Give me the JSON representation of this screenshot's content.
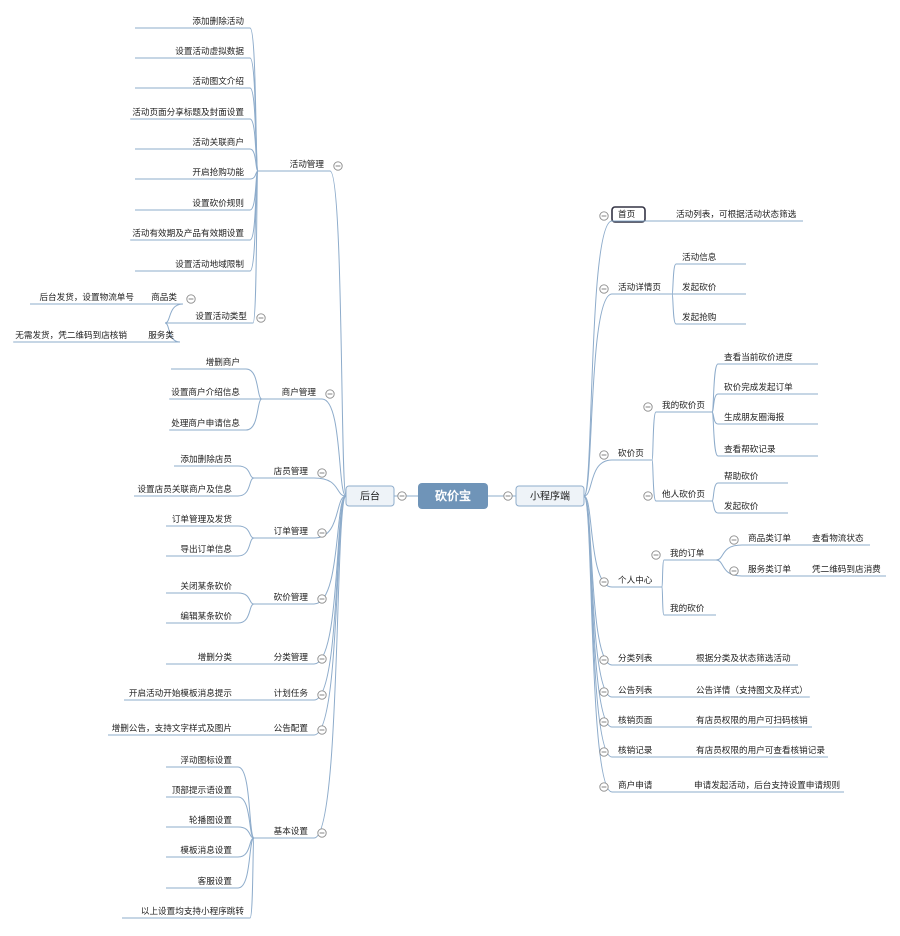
{
  "root": "砍价宝",
  "left_title": "后台",
  "right_title": "小程序端",
  "left": [
    {
      "label": "活动管理",
      "children": [
        {
          "label": "添加删除活动"
        },
        {
          "label": "设置活动虚拟数据"
        },
        {
          "label": "活动图文介绍"
        },
        {
          "label": "活动页面分享标题及封面设置"
        },
        {
          "label": "活动关联商户"
        },
        {
          "label": "开启抢购功能"
        },
        {
          "label": "设置砍价规则"
        },
        {
          "label": "活动有效期及产品有效期设置"
        },
        {
          "label": "设置活动地域限制"
        },
        {
          "label": "设置活动类型",
          "children": [
            {
              "label": "商品类",
              "children": [
                {
                  "label": "后台发货，设置物流单号"
                }
              ]
            },
            {
              "label": "服务类",
              "children": [
                {
                  "label": "无需发货，凭二维码到店核销"
                }
              ]
            }
          ]
        }
      ]
    },
    {
      "label": "商户管理",
      "children": [
        {
          "label": "增删商户"
        },
        {
          "label": "设置商户介绍信息"
        },
        {
          "label": "处理商户申请信息"
        }
      ]
    },
    {
      "label": "店员管理",
      "children": [
        {
          "label": "添加删除店员"
        },
        {
          "label": "设置店员关联商户及信息"
        }
      ]
    },
    {
      "label": "订单管理",
      "children": [
        {
          "label": "订单管理及发货"
        },
        {
          "label": "导出订单信息"
        }
      ]
    },
    {
      "label": "砍价管理",
      "children": [
        {
          "label": "关闭某条砍价"
        },
        {
          "label": "编辑某条砍价"
        }
      ]
    },
    {
      "label": "分类管理",
      "children": [
        {
          "label": "增删分类"
        }
      ]
    },
    {
      "label": "计划任务",
      "children": [
        {
          "label": "开启活动开始模板消息提示"
        }
      ]
    },
    {
      "label": "公告配置",
      "children": [
        {
          "label": "增删公告，支持文字样式及图片"
        }
      ]
    },
    {
      "label": "基本设置",
      "children": [
        {
          "label": "浮动图标设置"
        },
        {
          "label": "顶部提示语设置"
        },
        {
          "label": "轮播图设置"
        },
        {
          "label": "模板消息设置"
        },
        {
          "label": "客服设置"
        },
        {
          "label": "以上设置均支持小程序跳转"
        }
      ]
    }
  ],
  "right": [
    {
      "label": "首页",
      "children": [
        {
          "label": "活动列表，可根据活动状态筛选"
        }
      ]
    },
    {
      "label": "活动详情页",
      "children": [
        {
          "label": "活动信息"
        },
        {
          "label": "发起砍价"
        },
        {
          "label": "发起抢购"
        }
      ]
    },
    {
      "label": "砍价页",
      "children": [
        {
          "label": "我的砍价页",
          "children": [
            {
              "label": "查看当前砍价进度"
            },
            {
              "label": "砍价完成发起订单"
            },
            {
              "label": "生成朋友圈海报"
            },
            {
              "label": "查看帮砍记录"
            }
          ]
        },
        {
          "label": "他人砍价页",
          "children": [
            {
              "label": "帮助砍价"
            },
            {
              "label": "发起砍价"
            }
          ]
        }
      ]
    },
    {
      "label": "个人中心",
      "children": [
        {
          "label": "我的订单",
          "children": [
            {
              "label": "商品类订单",
              "children": [
                {
                  "label": "查看物流状态"
                }
              ]
            },
            {
              "label": "服务类订单",
              "children": [
                {
                  "label": "凭二维码到店消费"
                }
              ]
            }
          ]
        },
        {
          "label": "我的砍价"
        }
      ]
    },
    {
      "label": "分类列表",
      "children": [
        {
          "label": "根据分类及状态筛选活动"
        }
      ]
    },
    {
      "label": "公告列表",
      "children": [
        {
          "label": "公告详情（支持图文及样式）"
        }
      ]
    },
    {
      "label": "核销页面",
      "children": [
        {
          "label": "有店员权限的用户可扫码核销"
        }
      ]
    },
    {
      "label": "核销记录",
      "children": [
        {
          "label": "有店员权限的用户可查看核销记录"
        }
      ]
    },
    {
      "label": "商户申请",
      "children": [
        {
          "label": "申请发起活动，后台支持设置申请规则"
        }
      ]
    }
  ]
}
